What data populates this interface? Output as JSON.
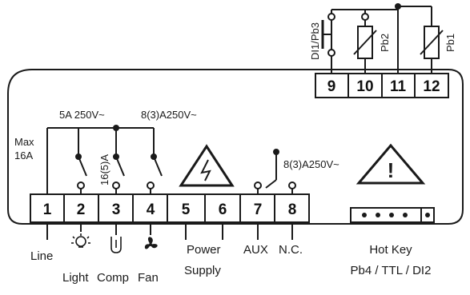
{
  "colors": {
    "line": "#1a1a1a",
    "background": "#ffffff",
    "terminal_fill": "#ffffff"
  },
  "top_terminals": [
    "9",
    "10",
    "11",
    "12"
  ],
  "bottom_terminals": [
    "1",
    "2",
    "3",
    "4",
    "5",
    "6",
    "7",
    "8"
  ],
  "probe_labels": {
    "di1_pb3": "DI1/Pb3",
    "pb2": "Pb2",
    "pb1": "Pb1"
  },
  "ratings": {
    "light": "5A 250V~",
    "fan": "8(3)A250V~",
    "comp": "16(5)A",
    "aux": "8(3)A250V~",
    "max_line1": "Max",
    "max_line2": "16A"
  },
  "bottom_labels": {
    "line": "Line",
    "light": "Light",
    "comp": "Comp",
    "fan": "Fan",
    "power1": "Power",
    "power2": "Supply",
    "aux": "AUX",
    "nc": "N.C.",
    "hotkey1": "Hot Key",
    "hotkey2": "Pb4 / TTL / DI2"
  },
  "warnings": {
    "voltage_symbol": "high-voltage-warning-icon",
    "general_symbol": "caution-warning-icon",
    "caution_mark": "!"
  }
}
